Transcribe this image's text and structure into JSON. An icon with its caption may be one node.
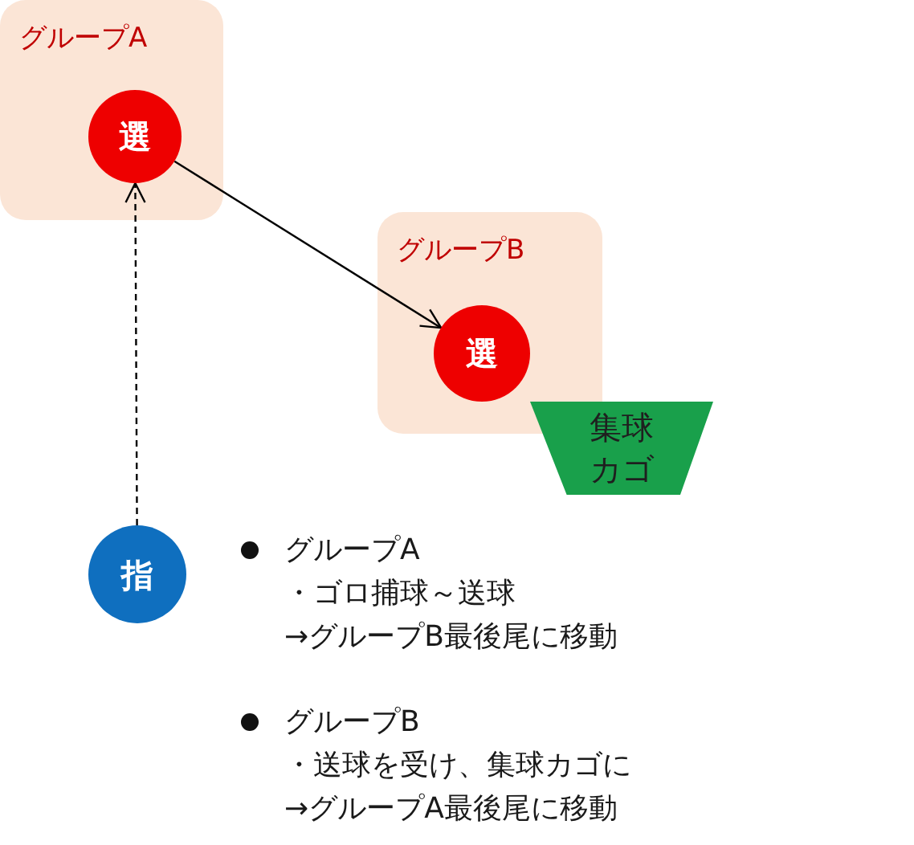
{
  "diagram": {
    "nodes": [
      {
        "text": [
          "グループA"
        ]
      },
      {
        "text": [
          "選"
        ],
        "in": 0
      },
      {
        "text": [
          "グループB"
        ]
      },
      {
        "text": [
          "選"
        ],
        "in": 2
      },
      {
        "text": [
          "集球カゴ"
        ]
      },
      {
        "text": [
          "指"
        ]
      }
    ],
    "edges": [
      {
        "from": 1,
        "to": 3,
        "arrow": "to"
      },
      {
        "from": 5,
        "to": 1,
        "arrow": "to",
        "style": "dashed"
      }
    ],
    "labels": [
      "グループA",
      "・ゴロ捕球～送球",
      "→グループB最後尾に移動",
      "グループB",
      "・送球を受け、集球カゴに",
      "→グループA最後尾に移動"
    ]
  }
}
